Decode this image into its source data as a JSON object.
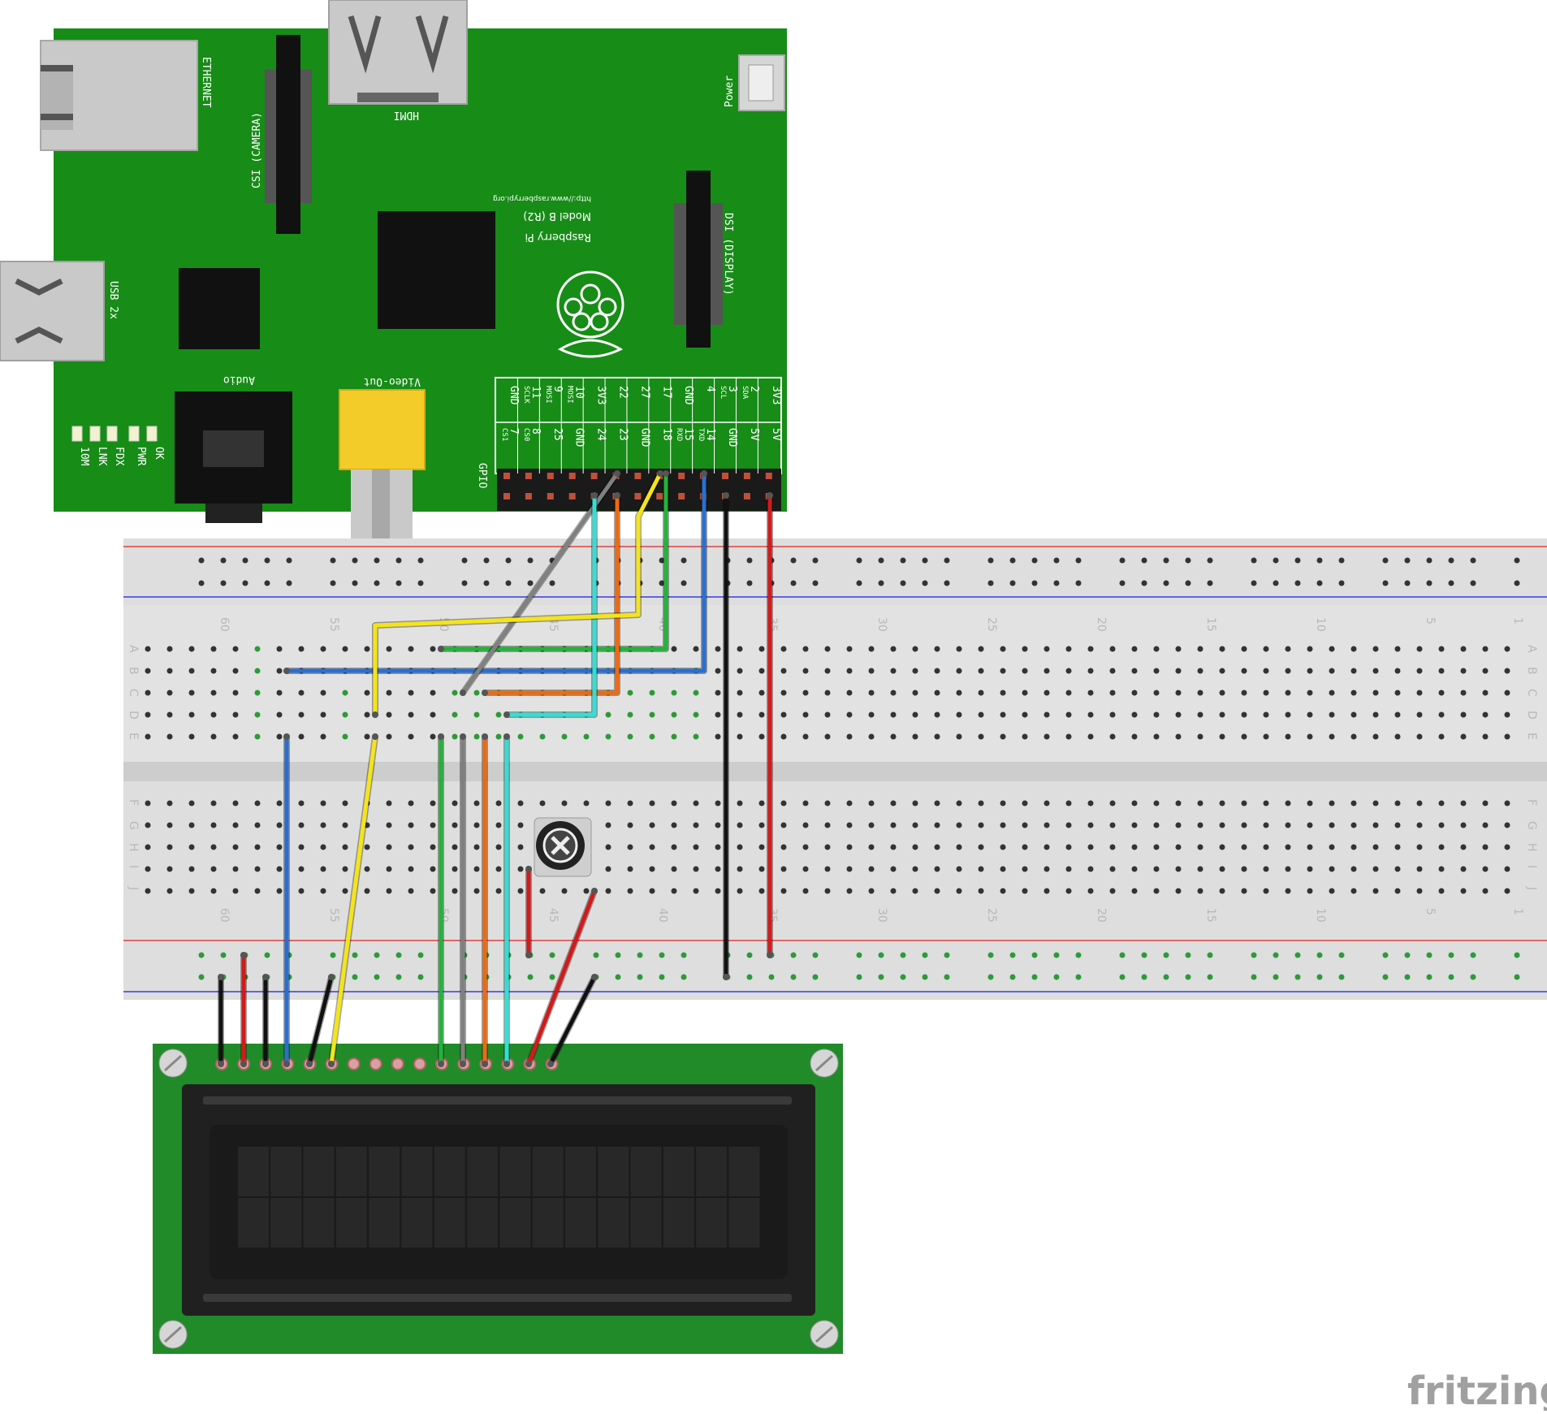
{
  "board": {
    "ethernet": "ETHERNET",
    "camera": "CSI (CAMERA)",
    "hdmi": "HDMI",
    "power": "Power",
    "usb": "USB 2x",
    "model_line1": "Raspberry Pi",
    "model_line2": "Model B (R2)",
    "url": "http://www.raspberrypi.org",
    "display": "DSI (DISPLAY)",
    "audio": "Audio",
    "video_out": "Video-Out",
    "gpio": "GPIO",
    "leds": [
      "OK",
      "PWR",
      "FDX",
      "LNK",
      "10M"
    ],
    "gpio_top_labels": [
      {
        "main": "GND",
        "sub": ""
      },
      {
        "main": "11",
        "sub": "SCLK"
      },
      {
        "main": "9",
        "sub": "MOSI"
      },
      {
        "main": "10",
        "sub": "MOSI"
      },
      {
        "main": "3V3",
        "sub": ""
      },
      {
        "main": "22",
        "sub": ""
      },
      {
        "main": "27",
        "sub": ""
      },
      {
        "main": "17",
        "sub": ""
      },
      {
        "main": "GND",
        "sub": ""
      },
      {
        "main": "4",
        "sub": ""
      },
      {
        "main": "3",
        "sub": "SCL"
      },
      {
        "main": "2",
        "sub": "SDA"
      },
      {
        "main": "3V3",
        "sub": ""
      }
    ],
    "gpio_bottom_labels": [
      {
        "main": "7",
        "sub": "CS1"
      },
      {
        "main": "8",
        "sub": "CS0"
      },
      {
        "main": "25",
        "sub": ""
      },
      {
        "main": "GND",
        "sub": ""
      },
      {
        "main": "24",
        "sub": ""
      },
      {
        "main": "23",
        "sub": ""
      },
      {
        "main": "GND",
        "sub": ""
      },
      {
        "main": "18",
        "sub": ""
      },
      {
        "main": "15",
        "sub": "RXD"
      },
      {
        "main": "14",
        "sub": "TXD"
      },
      {
        "main": "GND",
        "sub": ""
      },
      {
        "main": "5V",
        "sub": ""
      },
      {
        "main": "5V",
        "sub": ""
      }
    ]
  },
  "breadboard": {
    "column_numbers": [
      "60",
      "55",
      "50",
      "45",
      "40",
      "35",
      "30",
      "25",
      "20",
      "15",
      "10",
      "5",
      "1"
    ],
    "row_letters_top": [
      "A",
      "B",
      "C",
      "D",
      "E"
    ],
    "row_letters_bottom": [
      "F",
      "G",
      "H",
      "I",
      "J"
    ]
  },
  "wires": [
    {
      "color": "#2a6fcf"
    },
    {
      "color": "#f5e418"
    },
    {
      "color": "#22b33a"
    },
    {
      "color": "#808080"
    },
    {
      "color": "#ee6a10"
    },
    {
      "color": "#2fe0d6"
    },
    {
      "color": "#d21a1a"
    },
    {
      "color": "#111111"
    }
  ],
  "brand": "fritzing"
}
